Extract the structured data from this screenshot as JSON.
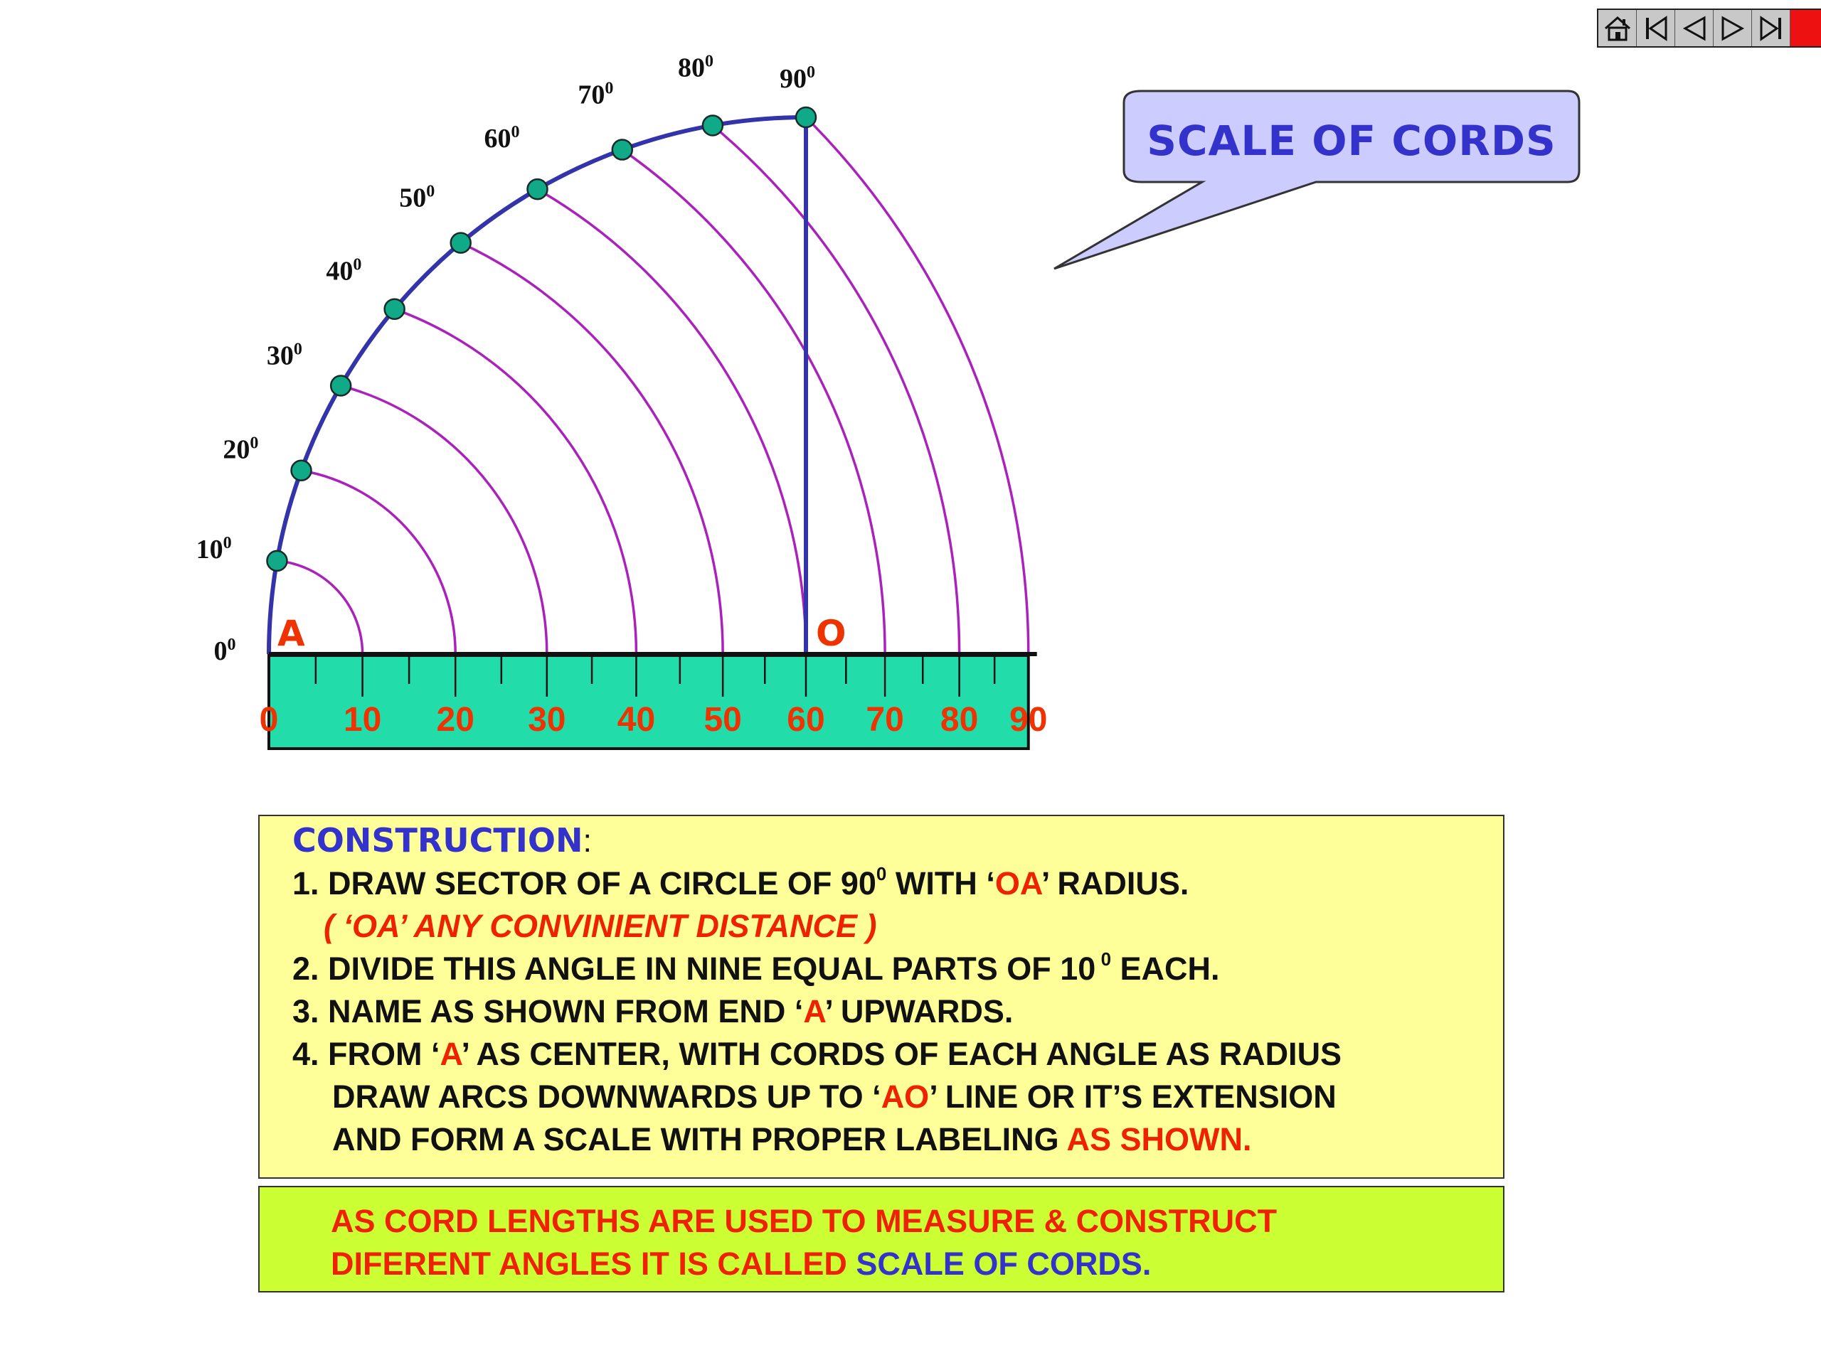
{
  "nav": {
    "buttons": [
      {
        "name": "home-icon"
      },
      {
        "name": "first-slide-icon"
      },
      {
        "name": "previous-slide-icon"
      },
      {
        "name": "next-slide-icon"
      },
      {
        "name": "last-slide-icon"
      },
      {
        "name": "stop-icon"
      }
    ],
    "stop_color": "#ee1111"
  },
  "callout": {
    "title": "SCALE OF CORDS"
  },
  "diagram": {
    "point_a": "A",
    "point_o": "O",
    "angle_labels": [
      "0",
      "10",
      "20",
      "30",
      "40",
      "50",
      "60",
      "70",
      "80",
      "90"
    ],
    "degree_mark": "0",
    "scale_labels": [
      "0",
      "10",
      "20",
      "30",
      "40",
      "50",
      "60",
      "70",
      "80",
      "90"
    ],
    "colors": {
      "sector": "#3333aa",
      "arcs": "#aa22bb",
      "points": "#11aa88",
      "scale_fill": "#22ddaa",
      "labels_red": "#ee3300"
    }
  },
  "construction": {
    "heading": "CONSTRUCTION",
    "heading_colon": ":",
    "step1_a": "1. DRAW SECTOR OF A CIRCLE OF 90",
    "step1_sup": "0",
    "step1_b": " WITH ‘",
    "step1_red": "OA",
    "step1_c": "’ RADIUS.",
    "step1_note": "( ‘OA’ ANY CONVINIENT DISTANCE )",
    "step2_a": "2. DIVIDE THIS ANGLE IN NINE EQUAL PARTS OF 10",
    "step2_sup": " 0",
    "step2_b": " EACH.",
    "step3_a": "3. NAME AS SHOWN FROM END ‘",
    "step3_red": "A",
    "step3_b": "’ UPWARDS.",
    "step4_a": "4. FROM ‘",
    "step4_red": "A",
    "step4_b": "’ AS CENTER, WITH CORDS OF EACH ANGLE AS RADIUS",
    "step4_line2_a": "DRAW ARCS DOWNWARDS UP TO ‘",
    "step4_line2_red": "AO",
    "step4_line2_b": "’ LINE OR IT’S EXTENSION",
    "step4_line3_a": "AND FORM A SCALE WITH PROPER LABELING ",
    "step4_line3_red": "AS SHOWN."
  },
  "footer": {
    "line1": "AS CORD LENGTHS ARE USED TO MEASURE & CONSTRUCT",
    "line2_a": "DIFERENT ANGLES IT IS CALLED ",
    "line2_blue": "SCALE OF CORDS."
  }
}
